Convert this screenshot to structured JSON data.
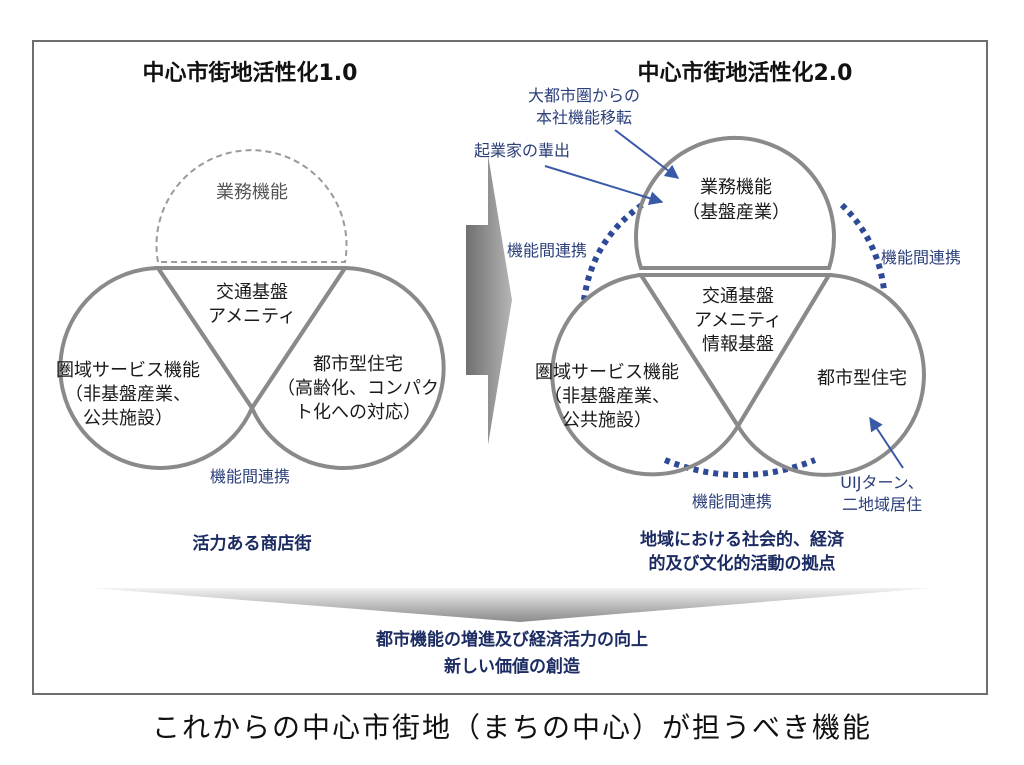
{
  "left": {
    "title": "中心市街地活性化1.0",
    "business": "業務機能",
    "center": [
      "交通基盤",
      "アメニティ"
    ],
    "service": [
      "圏域サービス機能",
      "（非基盤産業、",
      "公共施設）"
    ],
    "housing": [
      "都市型住宅",
      "（高齢化、コンパク",
      "ト化への対応）"
    ],
    "link": "機能間連携",
    "footer": "活力ある商店街"
  },
  "right": {
    "title": "中心市街地活性化2.0",
    "business": [
      "業務機能",
      "（基盤産業）"
    ],
    "center": [
      "交通基盤",
      "アメニティ",
      "情報基盤"
    ],
    "service": [
      "圏域サービス機能",
      "（非基盤産業、",
      "公共施設）"
    ],
    "housing": "都市型住宅",
    "link_left": "機能間連携",
    "link_right": "機能間連携",
    "link_bottom": "機能間連携",
    "relocation": [
      "大都市圏からの",
      "本社機能移転"
    ],
    "startup": "起業家の輩出",
    "uij": [
      "UIJターン、",
      "二地域居住"
    ],
    "footer": [
      "地域における社会的、経済",
      "的及び文化的活動の拠点"
    ]
  },
  "bottom": [
    "都市機能の増進及び経済活力の向上",
    "新しい価値の創造"
  ],
  "caption": "これからの中心市街地（まちの中心）が担うべき機能",
  "colors": {
    "circle_stroke": "#8a8a8a",
    "dotted_link": "#2d4a96",
    "blue_text": "#2b3f7a",
    "navy_text": "#1c2c63",
    "arrow": "#8c8c8c"
  }
}
